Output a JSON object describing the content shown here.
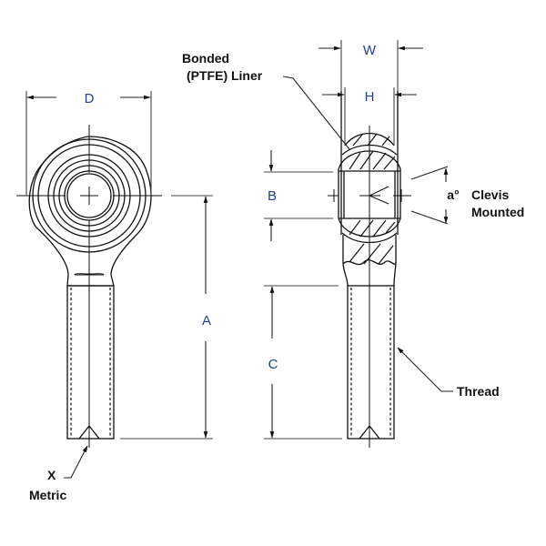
{
  "diagram": {
    "title": "Rod End Dimensional Drawing",
    "colors": {
      "line": "#111111",
      "dimension_label": "#1f3f8f",
      "background": "#ffffff"
    },
    "dimension_labels": {
      "d": "D",
      "a": "A",
      "b": "B",
      "c": "C",
      "w": "W",
      "h": "H",
      "angle": "a°"
    },
    "callouts": {
      "liner_line1": "Bonded",
      "liner_line2": "(PTFE) Liner",
      "clevis_line1": "Clevis",
      "clevis_line2": "Mounted",
      "thread": "Thread",
      "x": "X",
      "metric": "Metric"
    },
    "views": [
      {
        "name": "front-view"
      },
      {
        "name": "side-section-view"
      }
    ]
  }
}
